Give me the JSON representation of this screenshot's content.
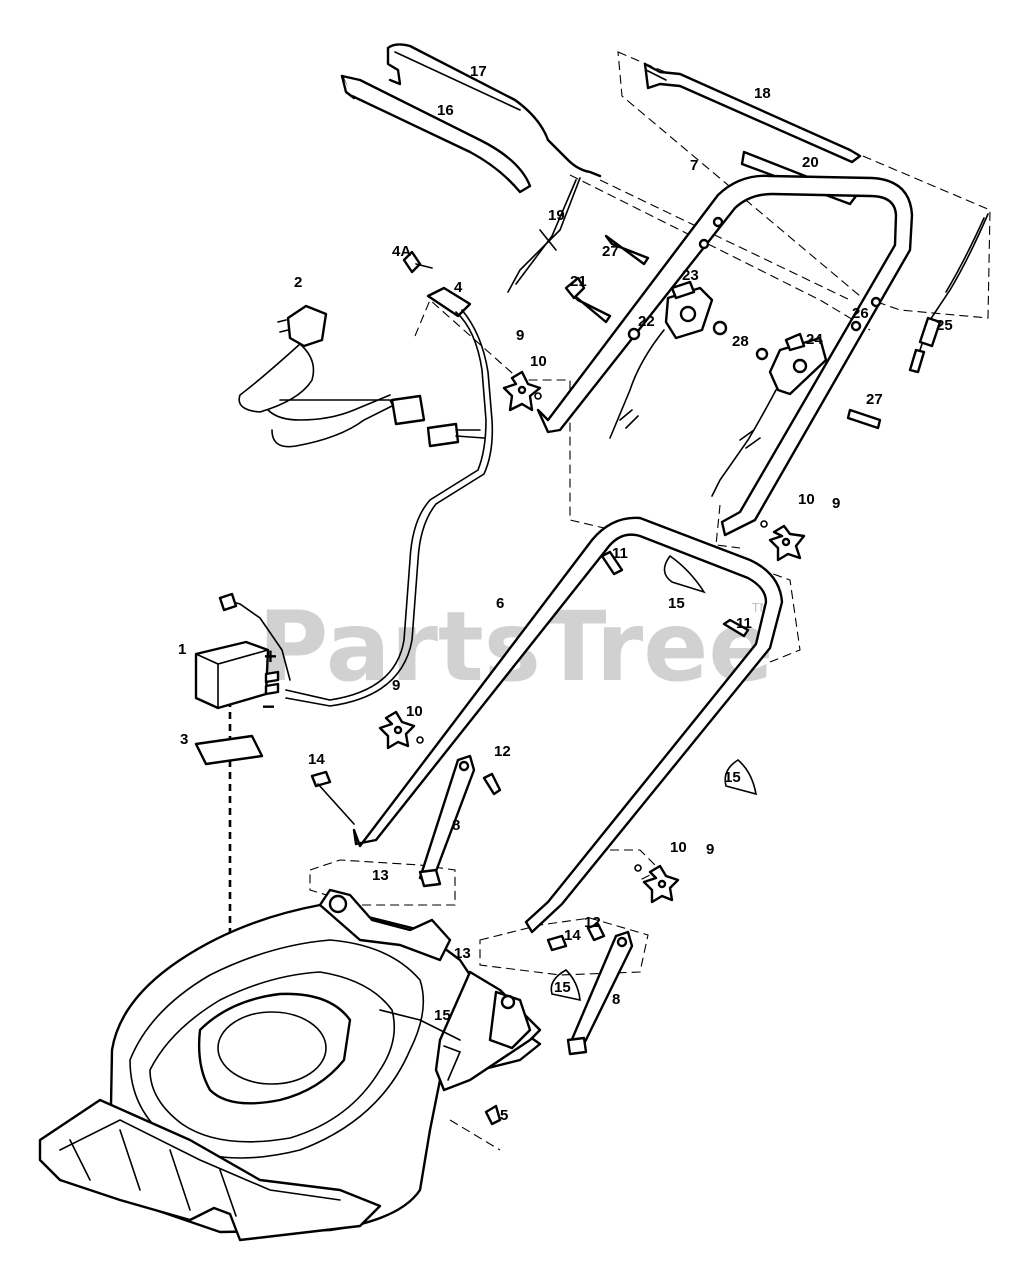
{
  "watermark": {
    "text": "PartsTree",
    "trademark": "TM"
  },
  "battery_terminals": {
    "positive": "+",
    "negative": "−"
  },
  "callouts": [
    {
      "id": "c17",
      "text": "17"
    },
    {
      "id": "c16",
      "text": "16"
    },
    {
      "id": "c18",
      "text": "18"
    },
    {
      "id": "c20",
      "text": "20"
    },
    {
      "id": "c7",
      "text": "7"
    },
    {
      "id": "c19",
      "text": "19"
    },
    {
      "id": "c27a",
      "text": "27"
    },
    {
      "id": "c23",
      "text": "23"
    },
    {
      "id": "c4a",
      "text": "4A"
    },
    {
      "id": "c2",
      "text": "2"
    },
    {
      "id": "c4",
      "text": "4"
    },
    {
      "id": "c21",
      "text": "21"
    },
    {
      "id": "c22",
      "text": "22"
    },
    {
      "id": "c26",
      "text": "26"
    },
    {
      "id": "c25",
      "text": "25"
    },
    {
      "id": "c9a",
      "text": "9"
    },
    {
      "id": "c10a",
      "text": "10"
    },
    {
      "id": "c28",
      "text": "28"
    },
    {
      "id": "c24",
      "text": "24"
    },
    {
      "id": "c27b",
      "text": "27"
    },
    {
      "id": "c10b",
      "text": "10"
    },
    {
      "id": "c9b",
      "text": "9"
    },
    {
      "id": "c11a",
      "text": "11"
    },
    {
      "id": "c6",
      "text": "6"
    },
    {
      "id": "c15a",
      "text": "15"
    },
    {
      "id": "c11b",
      "text": "11"
    },
    {
      "id": "c1",
      "text": "1"
    },
    {
      "id": "c9c",
      "text": "9"
    },
    {
      "id": "c10c",
      "text": "10"
    },
    {
      "id": "c3",
      "text": "3"
    },
    {
      "id": "c12a",
      "text": "12"
    },
    {
      "id": "c15b",
      "text": "15"
    },
    {
      "id": "c14a",
      "text": "14"
    },
    {
      "id": "c8a",
      "text": "8"
    },
    {
      "id": "c10d",
      "text": "10"
    },
    {
      "id": "c9d",
      "text": "9"
    },
    {
      "id": "c13a",
      "text": "13"
    },
    {
      "id": "c14b",
      "text": "14"
    },
    {
      "id": "c12b",
      "text": "12"
    },
    {
      "id": "c13b",
      "text": "13"
    },
    {
      "id": "c15c",
      "text": "15"
    },
    {
      "id": "c8b",
      "text": "8"
    },
    {
      "id": "c15d",
      "text": "15"
    },
    {
      "id": "c5",
      "text": "5"
    }
  ]
}
